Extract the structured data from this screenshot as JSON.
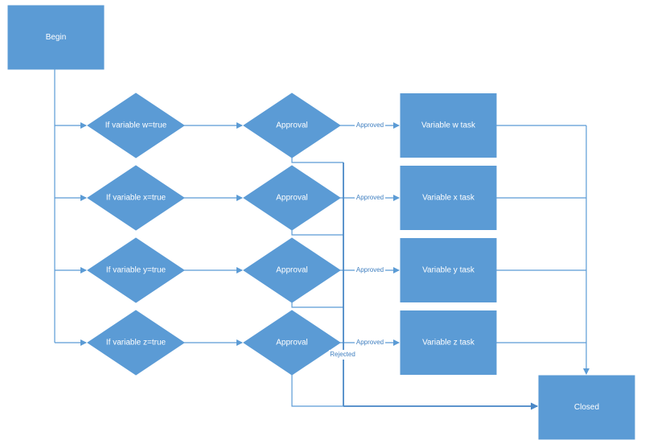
{
  "diagram": {
    "begin_label": "Begin",
    "closed_label": "Closed",
    "rows": [
      {
        "condition_label": "If variable w=true",
        "approval_label": "Approval",
        "task_label": "Variable w task",
        "approved_label": "Approved"
      },
      {
        "condition_label": "If variable x=true",
        "approval_label": "Approval",
        "task_label": "Variable x task",
        "approved_label": "Approved"
      },
      {
        "condition_label": "If variable y=true",
        "approval_label": "Approval",
        "task_label": "Variable y task",
        "approved_label": "Approved"
      },
      {
        "condition_label": "If variable z=true",
        "approval_label": "Approval",
        "task_label": "Variable z task",
        "approved_label": "Approved"
      }
    ],
    "rejected_label": "Rejected",
    "colors": {
      "shape_fill": "#5b9bd5",
      "connector": "#5b9bd5",
      "label_text": "#3f7fc0",
      "shape_text": "#ffffff"
    }
  }
}
